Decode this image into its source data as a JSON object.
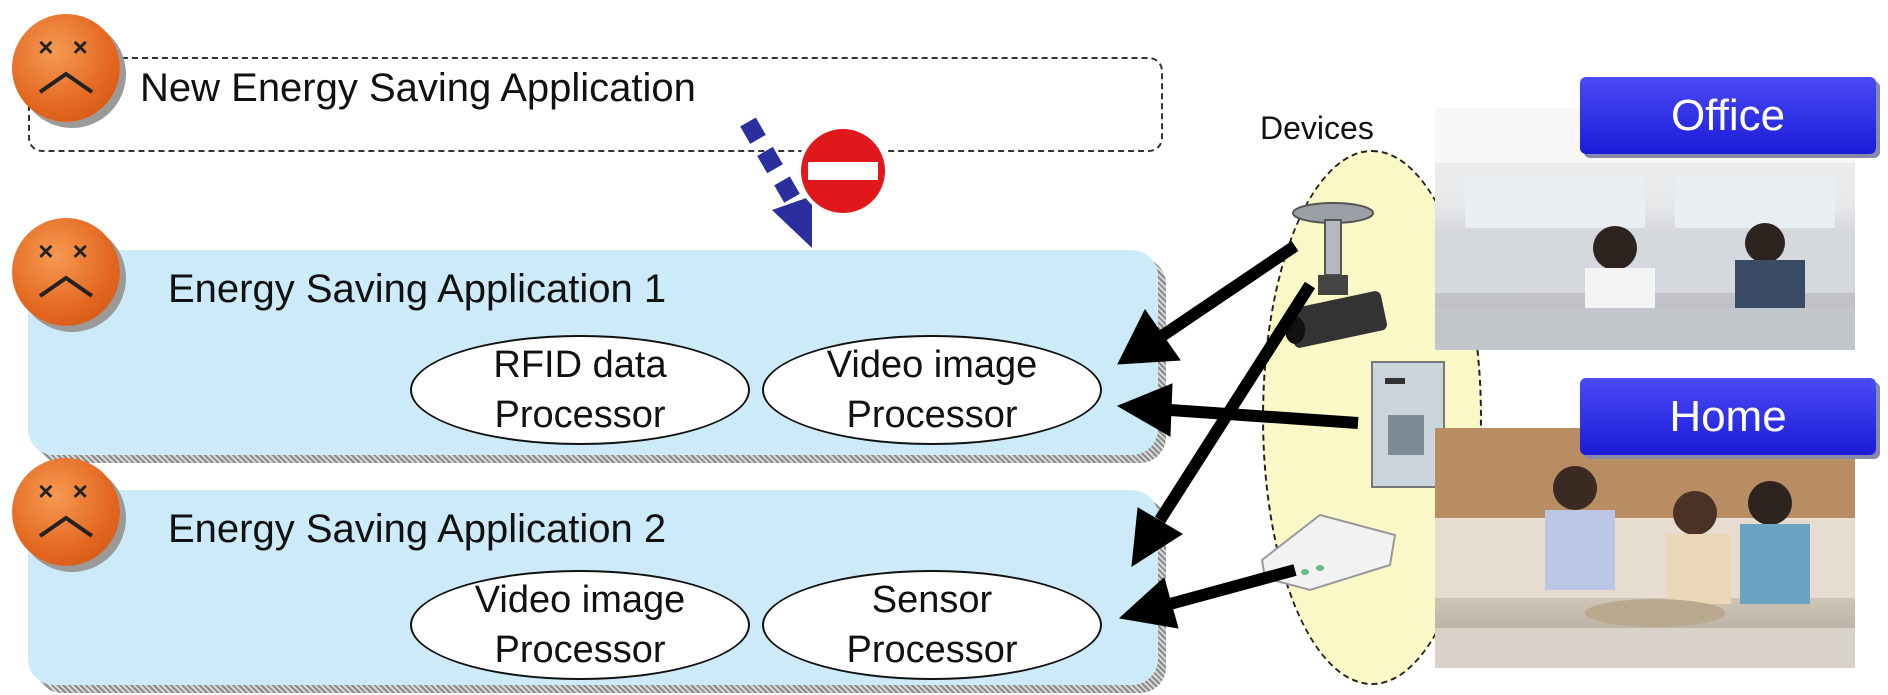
{
  "new_app": {
    "label": "New Energy Saving Application"
  },
  "app1": {
    "title": "Energy Saving Application 1",
    "processors": [
      {
        "line1": "RFID data",
        "line2": "Processor"
      },
      {
        "line1": "Video image",
        "line2": "Processor"
      }
    ]
  },
  "app2": {
    "title": "Energy Saving Application 2",
    "processors": [
      {
        "line1": "Video image",
        "line2": "Processor"
      },
      {
        "line1": "Sensor",
        "line2": "Processor"
      }
    ]
  },
  "devices": {
    "label": "Devices"
  },
  "locations": {
    "office": "Office",
    "home": "Home"
  },
  "face": {
    "eyes": "× ×"
  },
  "colors": {
    "panel": "#cdeaf8",
    "face": "#e3661f",
    "badge": "#2a2af0",
    "devices_fill": "#fbf8c8",
    "no_entry": "#e0181b",
    "arrow_dashed": "#2b2f9e"
  }
}
